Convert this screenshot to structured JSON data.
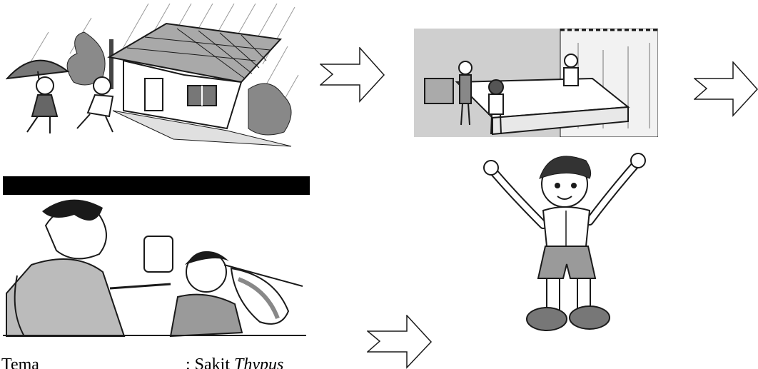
{
  "caption": {
    "label": "Tema",
    "colon": ": ",
    "value_prefix": "Sakit ",
    "value_italic": "Thypus"
  },
  "colors": {
    "ink": "#1a1a1a",
    "shade": "#9a9a9a",
    "light_shade": "#cfcfcf",
    "redaction_bar": "#000000",
    "background": "#ffffff"
  },
  "icons": [
    "arrow-right-icon"
  ]
}
